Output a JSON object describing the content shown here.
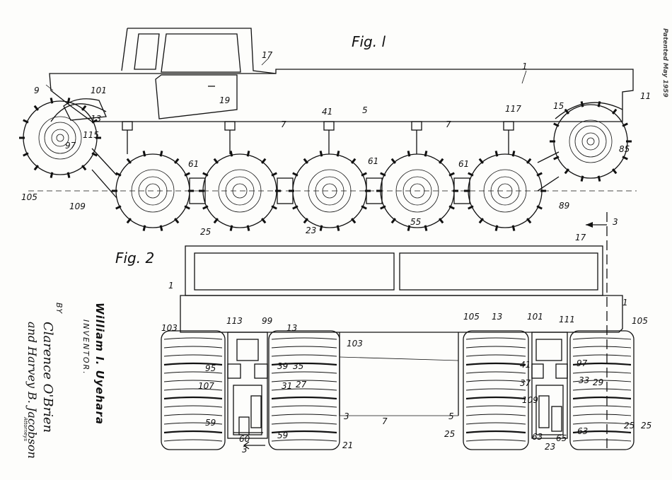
{
  "figures": {
    "fig1_title": "Fig. l",
    "fig2_title": "Fig. 2",
    "section_mark": "3"
  },
  "fig1_labels": [
    "1",
    "17",
    "9",
    "101",
    "19",
    "11",
    "15",
    "13",
    "115",
    "7",
    "41",
    "5",
    "7",
    "117",
    "97",
    "61",
    "61",
    "61",
    "105",
    "109",
    "25",
    "23",
    "55",
    "89",
    "85"
  ],
  "fig2_labels": [
    "17",
    "1",
    "1",
    "113",
    "99",
    "13",
    "103",
    "103",
    "105",
    "13",
    "101",
    "111",
    "105",
    "95",
    "39",
    "35",
    "41",
    "97",
    "107",
    "31",
    "27",
    "37",
    "33",
    "29",
    "109",
    "3",
    "7",
    "5",
    "59",
    "59",
    "60",
    "3",
    "21",
    "25",
    "63",
    "23",
    "65",
    "63",
    "25",
    "25"
  ],
  "inventor": {
    "name": "William I. Uyehara",
    "role": "INVENTOR.",
    "by": "BY",
    "attorney_line1": "Clarence O'Brien",
    "attorney_line2": "and Harvey B. Jacobson",
    "attorney_label": "Attorneys"
  },
  "edge_text": "Patented May 1959"
}
